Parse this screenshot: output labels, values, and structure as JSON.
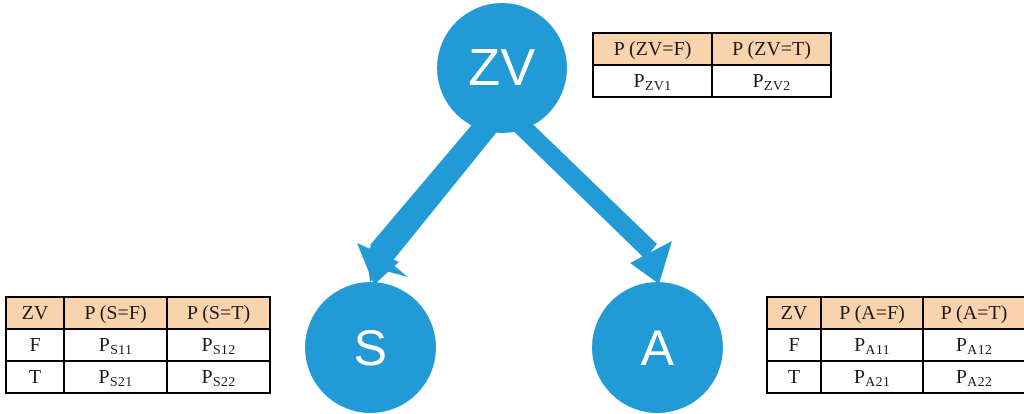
{
  "diagram": {
    "title": "Bayesian network with conditional probability tables",
    "type": "bayesian-network",
    "colors": {
      "node_fill": "#229AD6",
      "node_text": "#FFFFFF",
      "edge": "#229AD6",
      "table_header_fill": "#F9D2AE",
      "table_border": "#000000",
      "background": "#FFFFFF"
    },
    "nodes": [
      {
        "id": "zv",
        "label": "ZV"
      },
      {
        "id": "s",
        "label": "S"
      },
      {
        "id": "a",
        "label": "A"
      }
    ],
    "edges": [
      {
        "from": "ZV",
        "to": "S"
      },
      {
        "from": "ZV",
        "to": "A"
      }
    ]
  },
  "cpt_zv": {
    "headers": [
      "P (ZV=F)",
      "P (ZV=T)"
    ],
    "header_parts": [
      {
        "p": "P (ZV=F)"
      },
      {
        "p": "P (ZV=T)"
      }
    ],
    "rows": [
      {
        "cells": [
          {
            "base": "P",
            "sub": "ZV1"
          },
          {
            "base": "P",
            "sub": "ZV2"
          }
        ]
      }
    ],
    "values_plain": [
      "PZV1",
      "PZV2"
    ]
  },
  "cpt_s": {
    "headers": [
      "ZV",
      "P (S=F)",
      "P (S=T)"
    ],
    "rows": [
      {
        "condition": "F",
        "cells": [
          {
            "base": "P",
            "sub": "S11"
          },
          {
            "base": "P",
            "sub": "S12"
          }
        ]
      },
      {
        "condition": "T",
        "cells": [
          {
            "base": "P",
            "sub": "S21"
          },
          {
            "base": "P",
            "sub": "S22"
          }
        ]
      }
    ],
    "values_plain": [
      [
        "F",
        "PS11",
        "PS12"
      ],
      [
        "T",
        "PS21",
        "PS22"
      ]
    ]
  },
  "cpt_a": {
    "headers": [
      "ZV",
      "P (A=F)",
      "P (A=T)"
    ],
    "rows": [
      {
        "condition": "F",
        "cells": [
          {
            "base": "P",
            "sub": "A11"
          },
          {
            "base": "P",
            "sub": "A12"
          }
        ]
      },
      {
        "condition": "T",
        "cells": [
          {
            "base": "P",
            "sub": "A21"
          },
          {
            "base": "P",
            "sub": "A22"
          }
        ]
      }
    ],
    "values_plain": [
      [
        "F",
        "PA11",
        "PA12"
      ],
      [
        "T",
        "PA21",
        "PA22"
      ]
    ]
  }
}
